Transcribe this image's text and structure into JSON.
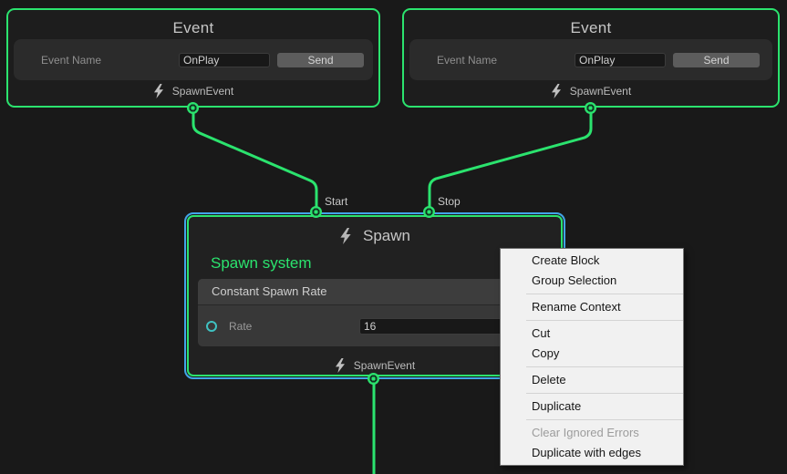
{
  "colors": {
    "accent_green": "#2be36e",
    "selection_blue": "#42a5e8",
    "flow_port_teal": "#3fc1c1",
    "node_bg": "#1d1d1d",
    "menu_bg": "#f1f1f1"
  },
  "event_nodes": [
    {
      "title": "Event",
      "field_label": "Event Name",
      "field_value": "OnPlay",
      "send_label": "Send",
      "output_label": "SpawnEvent"
    },
    {
      "title": "Event",
      "field_label": "Event Name",
      "field_value": "OnPlay",
      "send_label": "Send",
      "output_label": "SpawnEvent"
    }
  ],
  "spawn_node": {
    "title": "Spawn",
    "system_label": "Spawn system",
    "inputs": [
      {
        "label": "Start"
      },
      {
        "label": "Stop"
      }
    ],
    "block": {
      "title": "Constant Spawn Rate",
      "fields": [
        {
          "label": "Rate",
          "value": "16"
        }
      ]
    },
    "output_label": "SpawnEvent"
  },
  "context_menu": {
    "items": [
      {
        "label": "Create Block"
      },
      {
        "label": "Group Selection"
      },
      {
        "label": "Rename Context"
      },
      {
        "label": "Cut"
      },
      {
        "label": "Copy"
      },
      {
        "label": "Delete"
      },
      {
        "label": "Duplicate"
      },
      {
        "label": "Clear Ignored Errors",
        "disabled": true
      },
      {
        "label": "Duplicate with edges"
      }
    ]
  },
  "icons": {
    "event_output_icon": "lightning-bolt",
    "spawn_title_icon": "lightning-bolt",
    "rate_port_icon": "flow-port-circle"
  }
}
